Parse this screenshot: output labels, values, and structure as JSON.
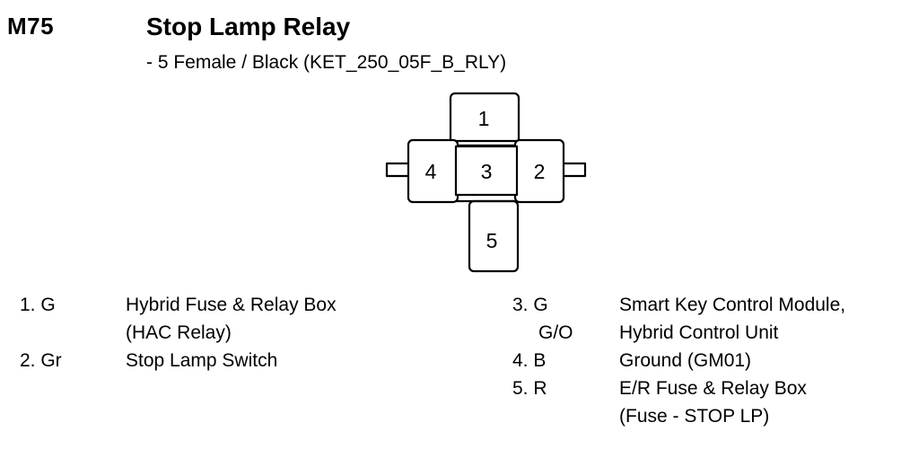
{
  "header": {
    "code": "M75",
    "title": "Stop Lamp Relay",
    "subtitle": "- 5 Female / Black (KET_250_05F_B_RLY)"
  },
  "connector": {
    "pins": [
      "1",
      "2",
      "3",
      "4",
      "5"
    ]
  },
  "pin_list_left": [
    {
      "num": "1. G",
      "desc": "Hybrid Fuse & Relay Box"
    },
    {
      "num": "",
      "desc": "(HAC Relay)"
    },
    {
      "num": "2. Gr",
      "desc": "Stop Lamp Switch"
    }
  ],
  "pin_list_right": [
    {
      "num": "3. G",
      "desc": "Smart Key Control Module,"
    },
    {
      "num": "G/O",
      "desc": "Hybrid Control Unit"
    },
    {
      "num": "4. B",
      "desc": "Ground (GM01)"
    },
    {
      "num": "5. R",
      "desc": "E/R Fuse & Relay Box"
    },
    {
      "num": "",
      "desc": "(Fuse - STOP LP)"
    }
  ]
}
